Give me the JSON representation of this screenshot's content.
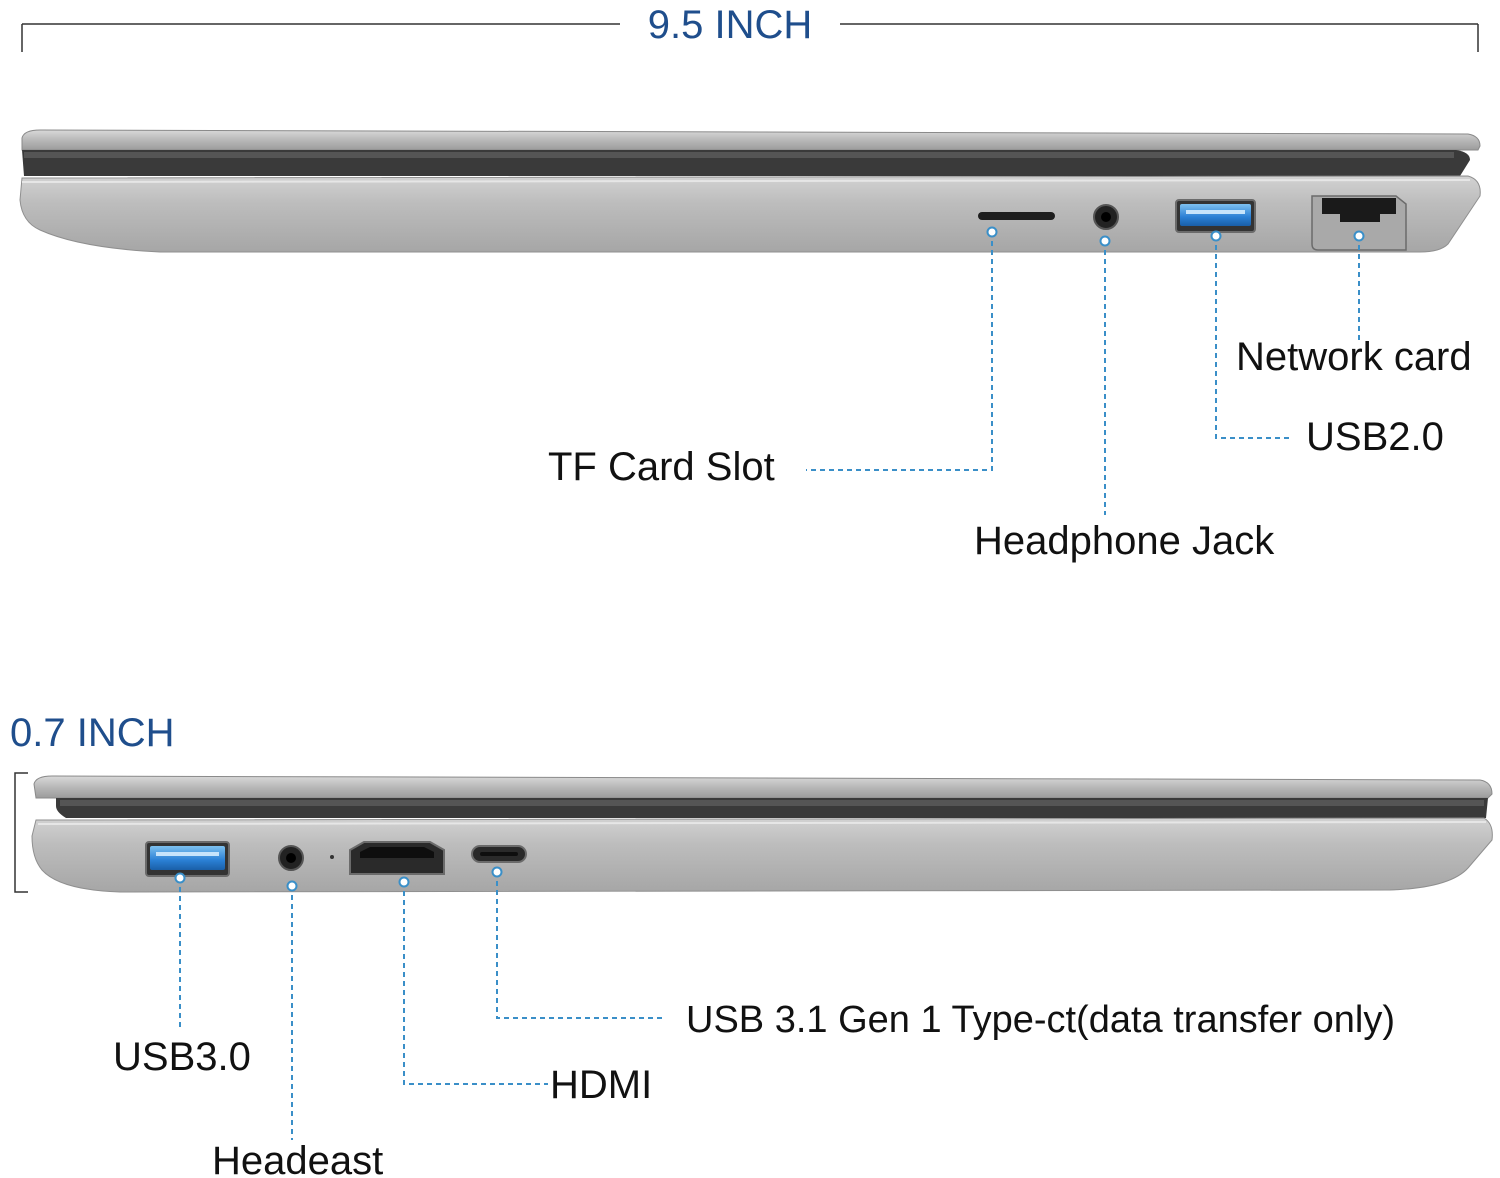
{
  "dimensions": {
    "width_label": "9.5 INCH",
    "thickness_label": "0.7 INCH"
  },
  "right_side_ports": {
    "tf_card": "TF Card Slot",
    "headphone": "Headphone Jack",
    "usb2": "USB2.0",
    "network": "Network card"
  },
  "left_side_ports": {
    "usb3": "USB3.0",
    "headset": "Headeast",
    "hdmi": "HDMI",
    "usbc": "USB 3.1 Gen 1 Type-ct(data transfer only)"
  },
  "colors": {
    "dimension_text": "#1f4e8c",
    "leader_line": "#3a8fc8",
    "label_text": "#111111",
    "laptop_silver": "#b3b3b3",
    "usb3_blue": "#2a7fd4"
  }
}
